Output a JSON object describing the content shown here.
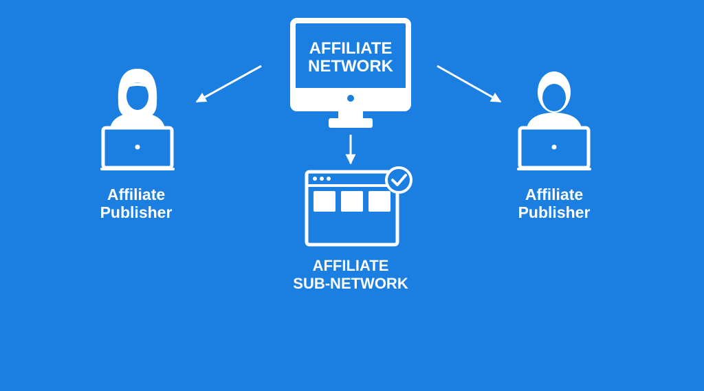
{
  "colors": {
    "background": "#1a7fe0",
    "foreground": "#ffffff"
  },
  "network": {
    "title_line1": "AFFILIATE",
    "title_line2": "NETWORK",
    "icon": "desktop-monitor-icon"
  },
  "publisher_left": {
    "label_line1": "Affiliate",
    "label_line2": "Publisher",
    "icon": "female-user-laptop-icon"
  },
  "publisher_right": {
    "label_line1": "Affiliate",
    "label_line2": "Publisher",
    "icon": "male-user-laptop-icon"
  },
  "subnetwork": {
    "label_line1": "AFFILIATE",
    "label_line2": "SUB-NETWORK",
    "icon": "browser-window-check-icon"
  }
}
